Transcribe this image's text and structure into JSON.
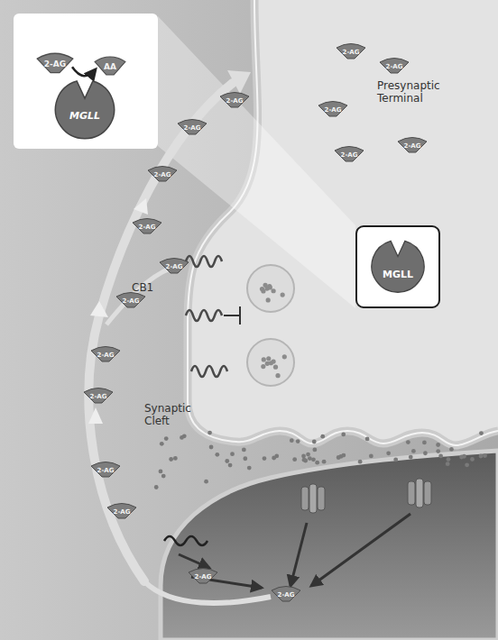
{
  "diagram": {
    "nodes": [
      {
        "text": [
          "2-AG"
        ]
      },
      {
        "text": [
          "AA"
        ]
      },
      {
        "text": [
          "MGLL"
        ]
      },
      {
        "text": [
          "MGLL"
        ]
      },
      {
        "text": [
          "2-AG"
        ]
      },
      {
        "text": [
          "2-AG"
        ]
      },
      {
        "text": [
          "2-AG"
        ]
      },
      {
        "text": [
          "2-AG"
        ]
      },
      {
        "text": [
          "2-AG"
        ]
      },
      {
        "text": [
          "2-AG"
        ]
      },
      {
        "text": [
          "2-AG"
        ]
      },
      {
        "text": [
          "2-AG"
        ]
      },
      {
        "text": [
          "2-AG"
        ]
      },
      {
        "text": [
          "2-AG"
        ]
      },
      {
        "text": [
          "2-AG"
        ]
      },
      {
        "text": [
          "2-AG"
        ]
      },
      {
        "text": [
          "2-AG"
        ]
      },
      {
        "text": [
          "2-AG"
        ]
      },
      {
        "text": [
          "2-AG"
        ]
      },
      {
        "text": [
          "2-AG"
        ]
      },
      {
        "text": [
          "2-AG"
        ]
      }
    ],
    "edges": [
      {
        "from": 0,
        "to": 1,
        "arrow": "to"
      }
    ],
    "labels": [
      "Presynaptic Terminal",
      "CB1",
      "Synaptic Cleft"
    ]
  }
}
